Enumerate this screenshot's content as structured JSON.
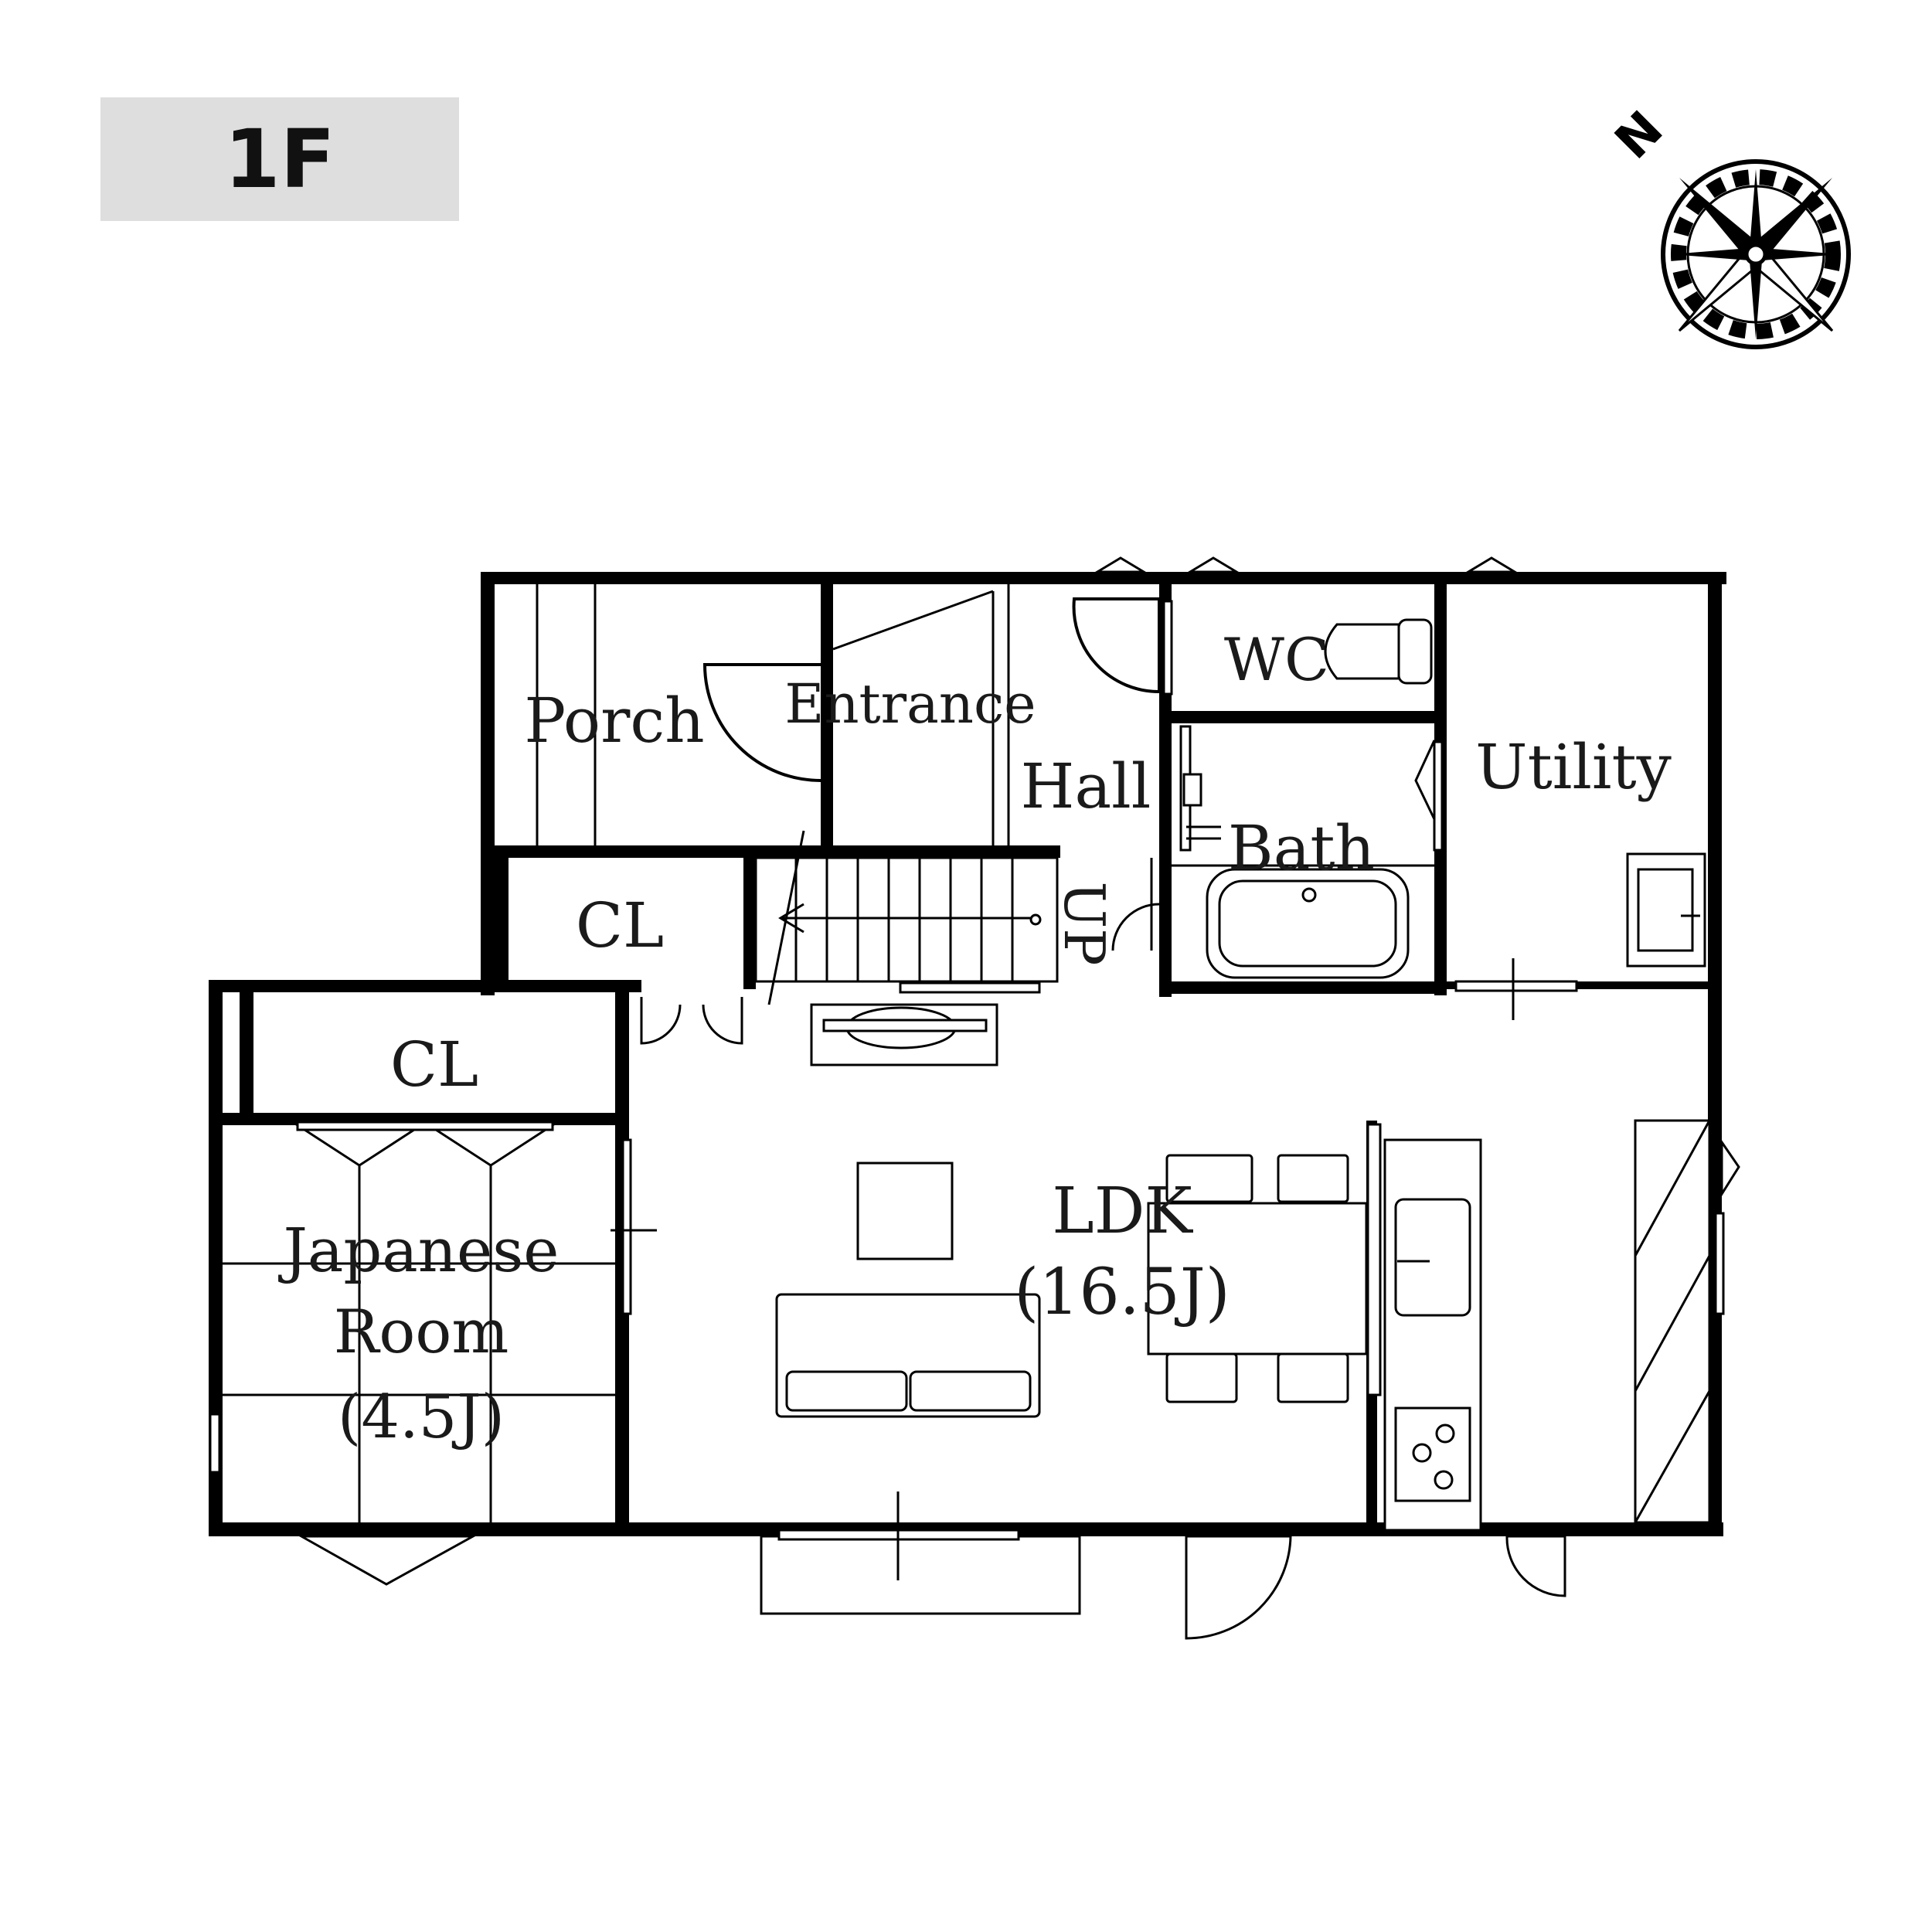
{
  "floor_label": "1F",
  "compass": {
    "north_label": "N"
  },
  "rooms": {
    "porch": "Porch",
    "entrance": "Entrance",
    "hall": "Hall",
    "wc": "WC",
    "bath": "Bath",
    "utility": "Utility",
    "closet_upper": "CL",
    "closet_lower": "CL",
    "stair_direction": "UP",
    "japanese_room": {
      "line1": "Japanese",
      "line2": "Room",
      "area": "(4.5J)"
    },
    "ldk": {
      "name": "LDK",
      "area": "(16.5J)"
    }
  }
}
